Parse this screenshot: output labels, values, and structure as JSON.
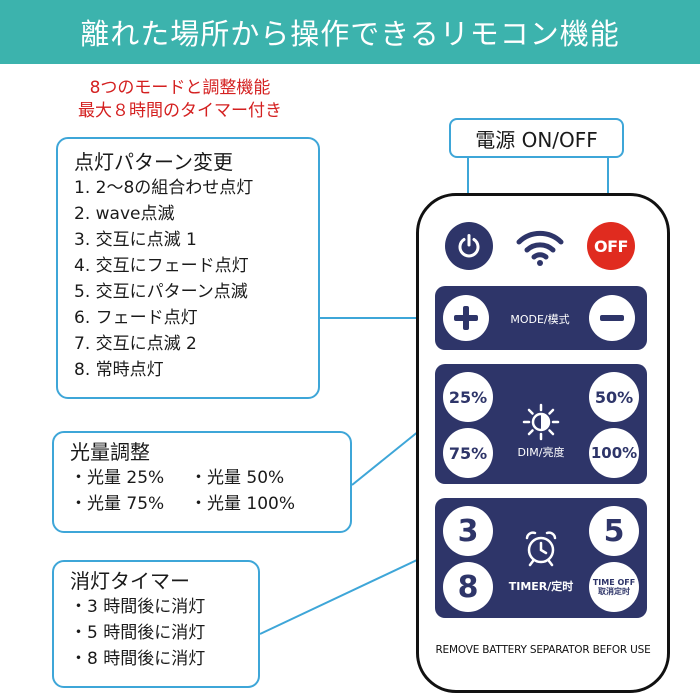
{
  "banner": {
    "title": "離れた場所から操作できるリモコン機能"
  },
  "subtitle": {
    "line1": "8つのモードと調整機能",
    "line2": "最大８時間のタイマー付き"
  },
  "patterns": {
    "title": "点灯パターン変更",
    "items": [
      "1. 2～8の組合わせ点灯",
      "2. wave点滅",
      "3. 交互に点滅 1",
      "4. 交互にフェード点灯",
      "5. 交互にパターン点滅",
      "6. フェード点灯",
      "7. 交互に点滅 2",
      "8. 常時点灯"
    ]
  },
  "brightness": {
    "title": "光量調整",
    "items": [
      "・光量 25%",
      "・光量 50%",
      "・光量 75%",
      "・光量 100%"
    ]
  },
  "timer": {
    "title": "消灯タイマー",
    "items": [
      "・3 時間後に消灯",
      "・5 時間後に消灯",
      "・8 時間後に消灯"
    ]
  },
  "power_label": "電源 ON/OFF",
  "remote": {
    "off_label": "OFF",
    "mode_label": "MODE/模式",
    "dim_label": "DIM/亮度",
    "dim_buttons": [
      "25%",
      "50%",
      "75%",
      "100%"
    ],
    "timer_buttons": [
      "3",
      "5",
      "8"
    ],
    "timer_label": "TIMER/定时",
    "timeoff_line1": "TIME OFF",
    "timeoff_line2": "取消定时",
    "note": "REMOVE BATTERY SEPARATOR BEFOR USE"
  },
  "icons": [
    "power-icon",
    "wifi-icon",
    "plus-icon",
    "minus-icon",
    "sun-icon",
    "alarm-clock-icon"
  ],
  "colors": {
    "banner": "#3cb3ad",
    "accent_red": "#e02b1f",
    "remote_navy": "#2e3569",
    "callout_border": "#3ea6d8"
  }
}
